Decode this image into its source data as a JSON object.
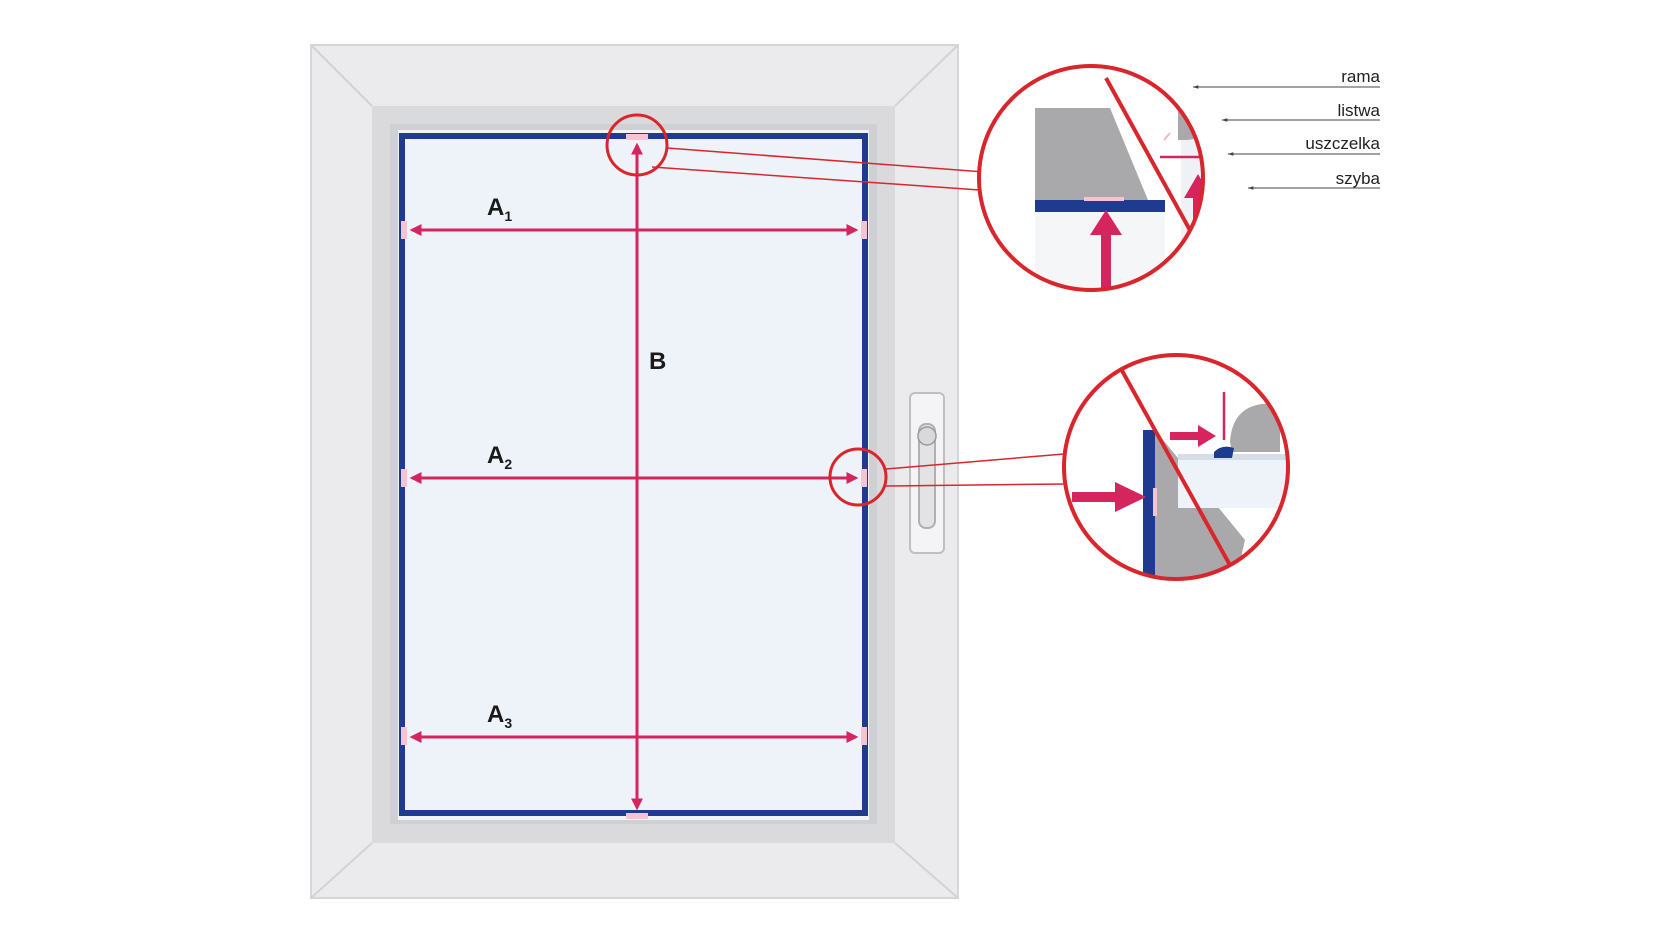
{
  "colors": {
    "frame": "#ebebed",
    "frame_shadow": "#d3d3d6",
    "sash": "#dadadd",
    "glass": "#eef3fa",
    "seal": "#1f3b8f",
    "measure": "#d6245e",
    "circle": "#d9262c",
    "profile_gray": "#a9a9ab"
  },
  "labels": {
    "a1": {
      "letter": "A",
      "sub": "1"
    },
    "a2": {
      "letter": "A",
      "sub": "2"
    },
    "a3": {
      "letter": "A",
      "sub": "3"
    },
    "b": "B"
  },
  "legend": {
    "rama": "rama",
    "listwa": "listwa",
    "uszczelka": "uszczelka",
    "szyba": "szyba"
  },
  "icons": {
    "handle": "window-handle-icon"
  }
}
